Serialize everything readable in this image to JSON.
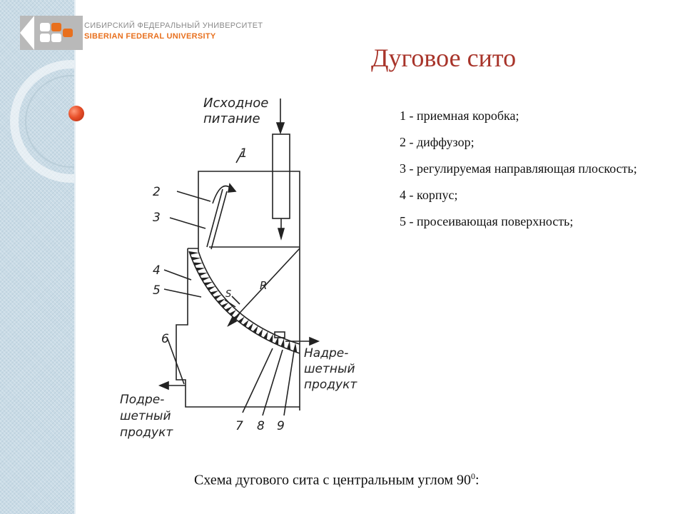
{
  "header": {
    "university_ru": "СИБИРСКИЙ ФЕДЕРАЛЬНЫЙ УНИВЕРСИТЕТ",
    "university_en": "SIBERIAN FEDERAL UNIVERSITY"
  },
  "title": "Дуговое сито",
  "legend": [
    "1 - приемная коробка;",
    "2 - диффузор;",
    "3 - регулируемая направляющая плоскость;",
    "4 - корпус;",
    "5 - просеивающая поверхность;"
  ],
  "caption": {
    "text": "Схема дугового сита с центральным углом 90",
    "sup": "0",
    "suffix": ":"
  },
  "diagram": {
    "feed_label_1": "Исходное",
    "feed_label_2": "питание",
    "label_R": "R",
    "label_S": "S",
    "numbers": [
      "1",
      "2",
      "3",
      "4",
      "5",
      "6",
      "7",
      "8",
      "9"
    ],
    "over_label": [
      "Надре-",
      "шетный",
      "продукт"
    ],
    "under_label": [
      "Подре-",
      "шетный",
      "продукт"
    ]
  },
  "colors": {
    "title": "#a8342a",
    "logo_orange": "#e8701e",
    "side_strip": "#c9dbe6"
  }
}
